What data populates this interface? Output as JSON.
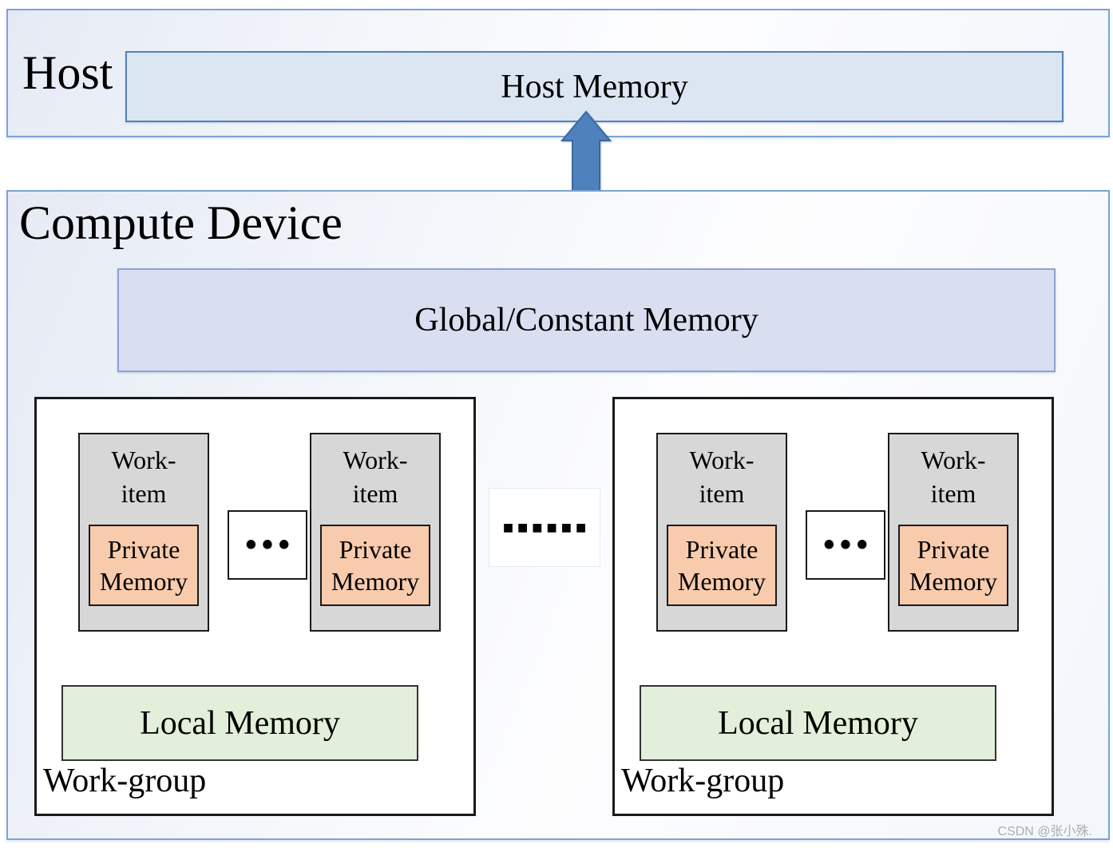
{
  "host": {
    "title": "Host",
    "memory_label": "Host Memory"
  },
  "device": {
    "title": "Compute Device",
    "global_memory_label": "Global/Constant Memory",
    "group_separator_dots": "■■■■■■",
    "work_groups": [
      {
        "label": "Work-group",
        "local_memory_label": "Local Memory",
        "item_separator_dots": "•••",
        "work_items": [
          {
            "label": "Work-\nitem",
            "private_memory_label": "Private Memory"
          },
          {
            "label": "Work-\nitem",
            "private_memory_label": "Private Memory"
          }
        ]
      },
      {
        "label": "Work-group",
        "local_memory_label": "Local Memory",
        "item_separator_dots": "•••",
        "work_items": [
          {
            "label": "Work-\nitem",
            "private_memory_label": "Private Memory"
          },
          {
            "label": "Work-\nitem",
            "private_memory_label": "Private Memory"
          }
        ]
      }
    ]
  },
  "watermark": {
    "text": "CSDN @张小殊."
  },
  "colors": {
    "container_border": "#7ba3d4",
    "host_memory_fill": "#dce6f3",
    "host_memory_border": "#5581b8",
    "global_memory_fill": "#d9def1",
    "global_memory_border": "#8fa3d2",
    "work_item_fill": "#d7d7d7",
    "private_memory_fill": "#f8cbad",
    "local_memory_fill": "#e2efda",
    "arrow_fill": "#4f81bd",
    "arrow_stroke": "#3b689f",
    "box_border_dark": "#1a1a1a",
    "watermark_color": "#a9aeb4"
  }
}
